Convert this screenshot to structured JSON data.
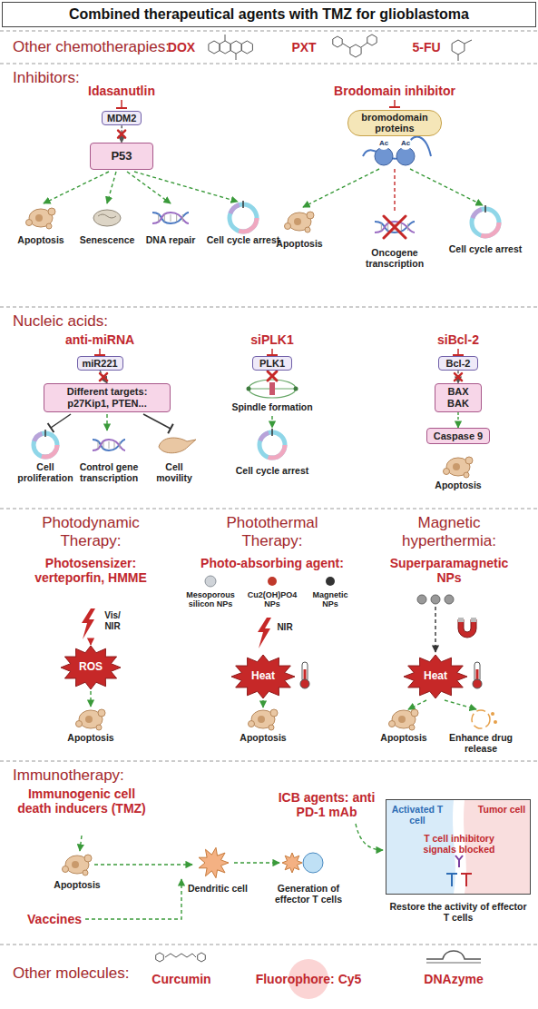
{
  "diagram": {
    "title": "Combined therapeutical agents with TMZ for glioblastoma",
    "nodes": [
      {
        "text": [
          "MDM2"
        ]
      },
      {
        "text": [
          "P53"
        ]
      },
      {
        "text": [
          "bromodomain proteins"
        ]
      },
      {
        "text": [
          "miR221"
        ]
      },
      {
        "text": [
          "Different targets: p27Kip1, PTEN..."
        ]
      },
      {
        "text": [
          "PLK1"
        ]
      },
      {
        "text": [
          "Bcl-2"
        ]
      },
      {
        "text": [
          "BAX BAK"
        ]
      },
      {
        "text": [
          "Caspase 9"
        ]
      },
      {
        "text": [
          "ROS"
        ]
      },
      {
        "text": [
          "Heat"
        ]
      },
      {
        "text": [
          "Heat"
        ]
      },
      {
        "text": [
          "Activated T cell",
          "Tumor cell",
          "T cell inhibitory signals blocked"
        ]
      }
    ],
    "edges": [
      {
        "from": 0,
        "to": 1,
        "arrow": "to"
      },
      {
        "from": 3,
        "to": 4,
        "arrow": "to"
      },
      {
        "from": 6,
        "to": 7,
        "arrow": "to"
      },
      {
        "from": 7,
        "to": 8,
        "arrow": "to"
      }
    ],
    "labels": [
      "Other chemotherapies:",
      "DOX",
      "PXT",
      "5-FU",
      "Inhibitors:",
      "Idasanutlin",
      "Brodomain inhibitor",
      "Apoptosis",
      "Senescence",
      "DNA repair",
      "Cell cycle arrest",
      "Ac",
      "Ac",
      "Apoptosis",
      "Oncogene transcription",
      "Cell cycle arrest",
      "Nucleic acids:",
      "anti-miRNA",
      "siPLK1",
      "siBcl-2",
      "Cell proliferation",
      "Control gene transcription",
      "Cell movility",
      "Spindle formation",
      "Cell cycle arrest",
      "Apoptosis",
      "Photodynamic Therapy:",
      "Photothermal Therapy:",
      "Magnetic hyperthermia:",
      "Photosensizer: verteporfin, HMME",
      "Photo-absorbing agent:",
      "Superparamagnetic NPs",
      "Mesoporous silicon NPs",
      "Cu2(OH)PO4 NPs",
      "Magnetic NPs",
      "Vis/ NIR",
      "NIR",
      "Apoptosis",
      "Apoptosis",
      "Apoptosis",
      "Enhance drug release",
      "Immunotherapy:",
      "Immunogenic cell death inducers (TMZ)",
      "ICB agents: anti PD-1 mAb",
      "Apoptosis",
      "Vaccines",
      "Dendritic cell",
      "Generation of effector T cells",
      "Restore the activity of effector T cells",
      "Other molecules:",
      "Curcumin",
      "Fluorophore: Cy5",
      "DNAzyme"
    ]
  }
}
